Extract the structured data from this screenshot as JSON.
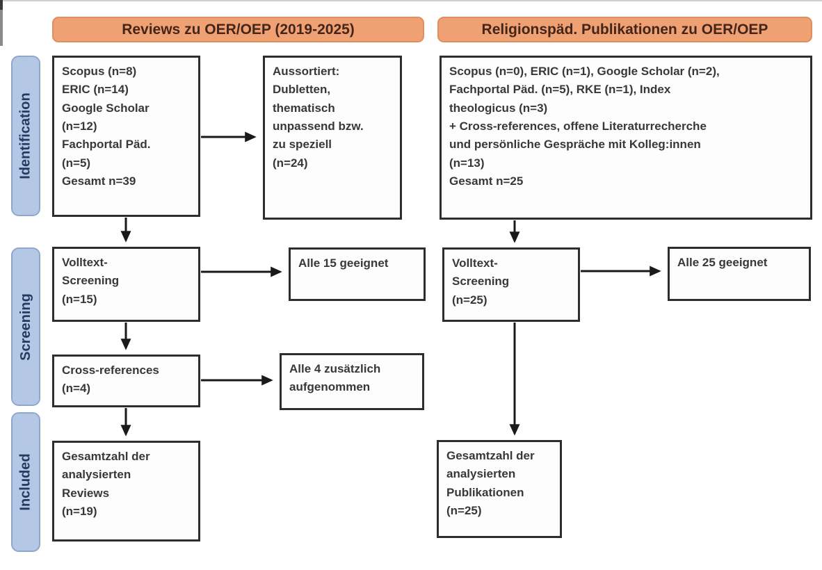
{
  "diagram": {
    "column_headers": {
      "left": "Reviews zu OER/OEP (2019-2025)",
      "right": "Religionspäd. Publikationen zu OER/OEP"
    },
    "stages": {
      "identification": "Identification",
      "screening": "Screening",
      "included": "Included"
    },
    "left_flow": {
      "sources": "Scopus (n=8)\nERIC (n=14)\nGoogle Scholar\n(n=12)\nFachportal Päd.\n(n=5)\nGesamt n=39",
      "excluded": "Aussortiert:\nDubletten,\nthematisch\nunpassend bzw.\nzu speziell\n(n=24)",
      "fulltext_screening": "Volltext-\nScreening\n(n=15)",
      "fulltext_result": "Alle 15 geeignet",
      "cross_references": "Cross-references\n(n=4)",
      "cross_references_result": "Alle 4 zusätzlich\naufgenommen",
      "included_total": "Gesamtzahl der\nanalysierten\nReviews\n(n=19)"
    },
    "right_flow": {
      "sources": "Scopus (n=0), ERIC (n=1), Google Scholar (n=2),\nFachportal Päd. (n=5), RKE (n=1), Index\ntheologicus (n=3)\n+ Cross-references, offene Literaturrecherche\nund persönliche Gespräche mit Kolleg:innen\n(n=13)\nGesamt n=25",
      "fulltext_screening": "Volltext-\nScreening\n(n=25)",
      "fulltext_result": "Alle 25 geeignet",
      "included_total": "Gesamtzahl der\nanalysierten\nPublikationen\n(n=25)"
    }
  },
  "colors": {
    "header_fill": "#efa173",
    "header_border": "#dd8f60",
    "header_text": "#44251a",
    "stage_fill": "#b4c8e6",
    "stage_border": "#8ea8cb",
    "stage_text": "#243a5e",
    "box_fill": "#fdfdfd",
    "box_border": "#2d2d2d",
    "box_text": "#383838",
    "arrow": "#1a1a1a"
  }
}
